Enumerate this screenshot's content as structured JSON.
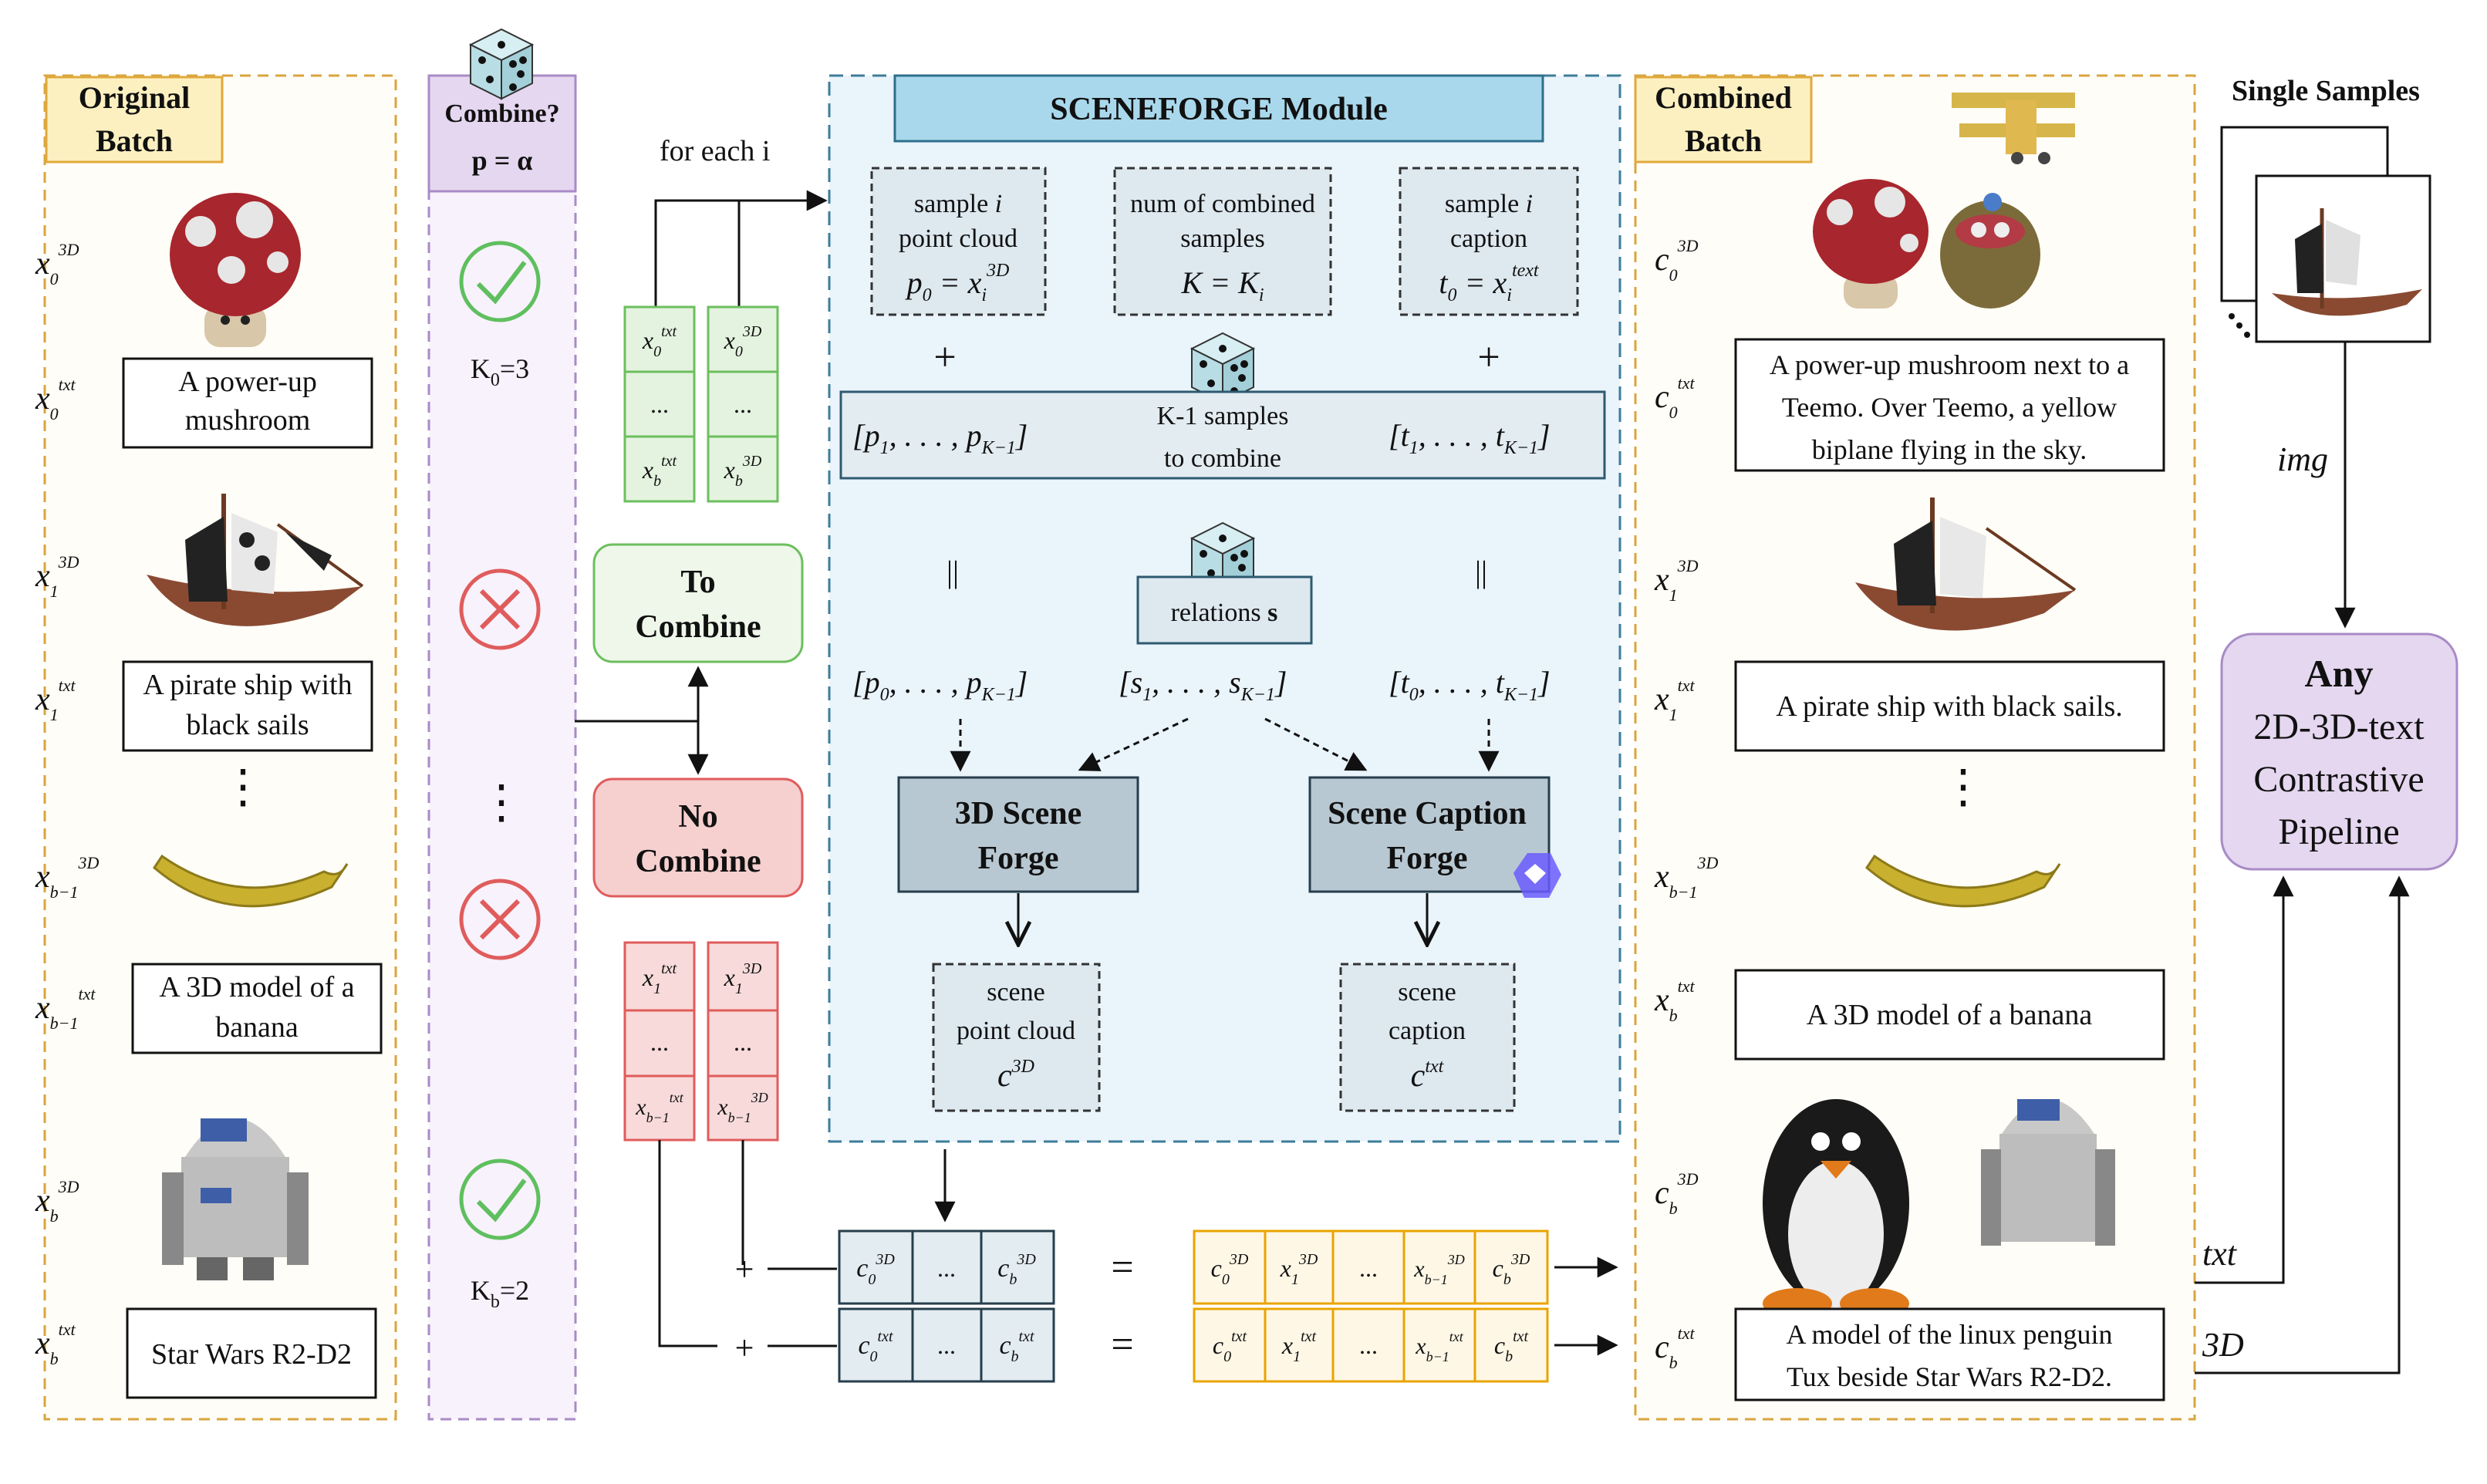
{
  "original_batch": {
    "title": "Original Batch",
    "rows": [
      {
        "sym3d": "x",
        "sub": "0",
        "sup3d": "3D",
        "suptxt": "txt",
        "caption": "A power-up mushroom"
      },
      {
        "sym3d": "x",
        "sub": "1",
        "sup3d": "3D",
        "suptxt": "txt",
        "caption": "A pirate ship with black sails"
      },
      {
        "sym3d": "x",
        "sub": "b−1",
        "sup3d": "3D",
        "suptxt": "txt",
        "caption": "A 3D model of a banana"
      },
      {
        "sym3d": "x",
        "sub": "b",
        "sup3d": "3D",
        "suptxt": "txt",
        "caption": "Star Wars R2-D2"
      }
    ],
    "dots": "⋮"
  },
  "combine_col": {
    "title": "Combine?",
    "prob": "p = α",
    "k0": "K",
    "k0_sub": "0",
    "k0_val": "=3",
    "kb": "K",
    "kb_sub": "b",
    "kb_val": "=2",
    "dots": "⋮"
  },
  "routing": {
    "for_each": "for each i",
    "to_combine": [
      "To",
      "Combine"
    ],
    "no_combine": [
      "No",
      "Combine"
    ],
    "green_cells": [
      "x",
      "...",
      "x"
    ],
    "red_cells": [
      "x",
      "...",
      "x"
    ]
  },
  "module": {
    "title": "SCENEFORGE Module",
    "box1": [
      "sample i",
      "point cloud"
    ],
    "box1_eq": "p₀ = x",
    "box2": [
      "num of combined",
      "samples"
    ],
    "box2_eq": "K = K",
    "box3": [
      "sample i",
      "caption"
    ],
    "box3_eq": "t₀ = x",
    "plus": "+",
    "ksamples": [
      "K-1 samples",
      "to combine"
    ],
    "p_list": "[p₁, . . . , p",
    "t_list": "[t₁, . . . , t",
    "km1": "K−1",
    "eq": "||",
    "relations": "relations s",
    "p_list2": "[p₀, . . . , p",
    "s_list": "[s₁, . . . , s",
    "t_list2": "[t₀, . . . , t",
    "forge3d": [
      "3D Scene",
      "Forge"
    ],
    "forgecap": [
      "Scene Caption",
      "Forge"
    ],
    "out3d": [
      "scene",
      "point cloud"
    ],
    "outcap": [
      "scene",
      "caption"
    ],
    "c": "c"
  },
  "bottom_rows": {
    "plus": "+",
    "equals": "=",
    "ellipsis": "..."
  },
  "combined_batch": {
    "title": "Combined Batch",
    "cap0": "A power-up mushroom next to a Teemo. Over Teemo, a yellow biplane flying in the sky.",
    "cap1": "A pirate ship with black sails.",
    "capbm1": "A 3D model of a banana",
    "capb": "A model of the linux penguin Tux beside Star Wars R2-D2.",
    "dots": "⋮"
  },
  "right": {
    "single_samples": "Single Samples",
    "img": "img",
    "txt": "txt",
    "threeD": "3D",
    "pipeline": [
      "Any",
      "2D-3D-text",
      "Contrastive",
      "Pipeline"
    ]
  },
  "colors": {
    "gold": "#e0a93c",
    "purple": "#b48fd0",
    "purple_fill": "#ece2f3",
    "green": "#66c466",
    "red": "#e05c5c",
    "teal": "#3d7d9a",
    "module_fill": "#eaf4fb",
    "forge_fill": "#b8c8d2",
    "orange": "#e9a400"
  }
}
